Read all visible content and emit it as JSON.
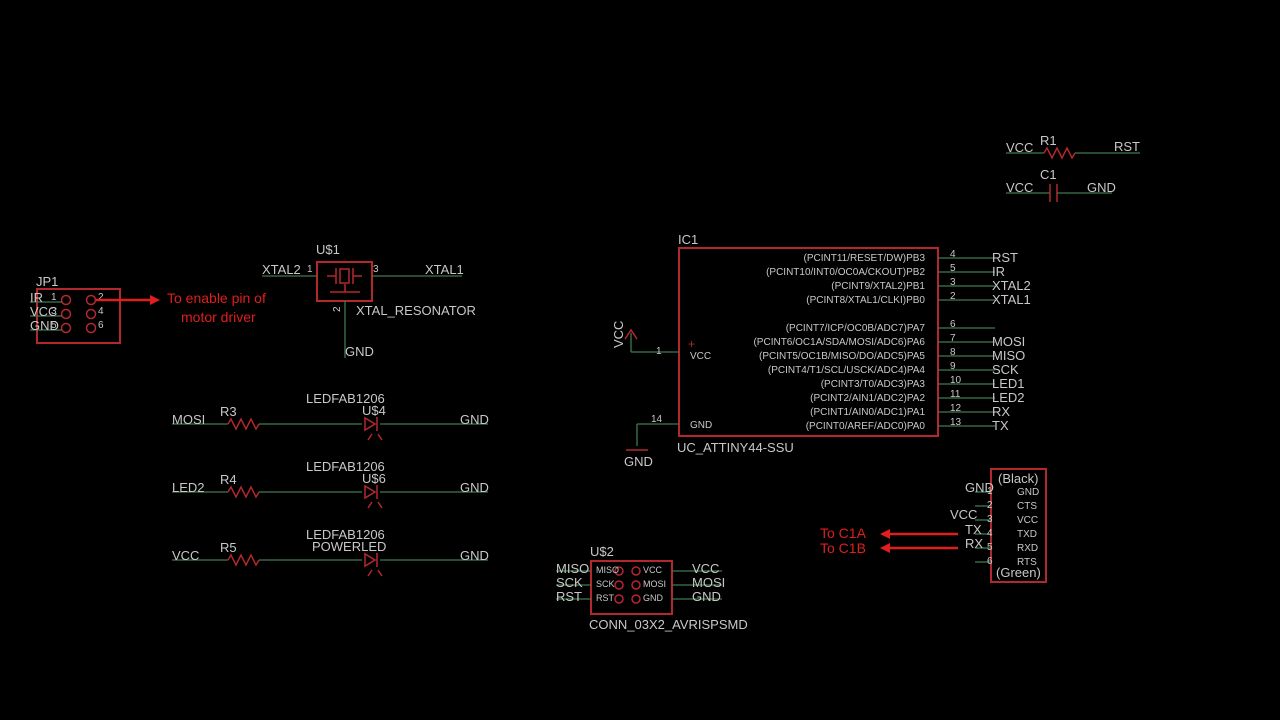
{
  "jp1": {
    "name": "JP1",
    "left_nets": [
      "IR",
      "VCC",
      "GND"
    ],
    "pins_left": [
      "1",
      "3",
      "5"
    ],
    "pins_right": [
      "2",
      "4",
      "6"
    ],
    "annotation_line1": "To enable pin of",
    "annotation_line2": "motor driver"
  },
  "us1": {
    "name": "U$1",
    "value": "XTAL_RESONATOR",
    "net_left": "XTAL2",
    "net_right": "XTAL1",
    "pin1": "1",
    "pin2": "2",
    "pin3": "3",
    "gnd": "GND"
  },
  "r1": {
    "name": "R1",
    "left": "VCC",
    "right": "RST"
  },
  "c1": {
    "name": "C1",
    "left": "VCC",
    "right": "GND"
  },
  "ic1": {
    "name": "IC1",
    "value": "UC_ATTINY44-SSU",
    "right_pins": [
      {
        "label": "(PCINT11/RESET/DW)PB3",
        "num": "4",
        "net": "RST"
      },
      {
        "label": "(PCINT10/INT0/OC0A/CKOUT)PB2",
        "num": "5",
        "net": "IR"
      },
      {
        "label": "(PCINT9/XTAL2)PB1",
        "num": "3",
        "net": "XTAL2"
      },
      {
        "label": "(PCINT8/XTAL1/CLKI)PB0",
        "num": "2",
        "net": "XTAL1"
      },
      {
        "label": "(PCINT7/ICP/OC0B/ADC7)PA7",
        "num": "6",
        "net": ""
      },
      {
        "label": "(PCINT6/OC1A/SDA/MOSI/ADC6)PA6",
        "num": "7",
        "net": "MOSI"
      },
      {
        "label": "(PCINT5/OC1B/MISO/DO/ADC5)PA5",
        "num": "8",
        "net": "MISO"
      },
      {
        "label": "(PCINT4/T1/SCL/USCK/ADC4)PA4",
        "num": "9",
        "net": "SCK"
      },
      {
        "label": "(PCINT3/T0/ADC3)PA3",
        "num": "10",
        "net": "LED1"
      },
      {
        "label": "(PCINT2/AIN1/ADC2)PA2",
        "num": "11",
        "net": "LED2"
      },
      {
        "label": "(PCINT1/AIN0/ADC1)PA1",
        "num": "12",
        "net": "RX"
      },
      {
        "label": "(PCINT0/AREF/ADC0)PA0",
        "num": "13",
        "net": "TX"
      }
    ],
    "vcc_label": "VCC",
    "vcc_num": "1",
    "vcc_net": "VCC",
    "gnd_label": "GND",
    "gnd_num": "14",
    "gnd_net": "GND"
  },
  "leds": [
    {
      "resistor": "R3",
      "left": "MOSI",
      "led_value": "LEDFAB1206",
      "led_name": "U$4",
      "right": "GND"
    },
    {
      "resistor": "R4",
      "left": "LED2",
      "led_value": "LEDFAB1206",
      "led_name": "U$6",
      "right": "GND"
    },
    {
      "resistor": "R5",
      "left": "VCC",
      "led_value": "LEDFAB1206",
      "led_name": "POWERLED",
      "right": "GND"
    }
  ],
  "us2": {
    "name": "U$2",
    "value": "CONN_03X2_AVRISPSMD",
    "left_nets": [
      "MISO",
      "SCK",
      "RST"
    ],
    "inner_left": [
      "MISO",
      "SCK",
      "RST"
    ],
    "inner_right": [
      "VCC",
      "MOSI",
      "GND"
    ],
    "right_nets": [
      "VCC",
      "MOSI",
      "GND"
    ]
  },
  "ftdi": {
    "top": "(Black)",
    "bottom": "(Green)",
    "pins": [
      {
        "num": "1",
        "label": "GND",
        "net": "GND"
      },
      {
        "num": "2",
        "label": "CTS",
        "net": ""
      },
      {
        "num": "3",
        "label": "VCC",
        "net": "VCC"
      },
      {
        "num": "4",
        "label": "TXD",
        "net": "TX"
      },
      {
        "num": "5",
        "label": "RXD",
        "net": "RX"
      },
      {
        "num": "6",
        "label": "RTS",
        "net": ""
      }
    ],
    "annotation_1": "To C1A",
    "annotation_2": "To C1B"
  },
  "colors": {
    "wire": "#3f7a4f",
    "component": "#b3282d",
    "annotation": "#e01e1e",
    "text": "#c8c8c8",
    "background": "#000000"
  }
}
